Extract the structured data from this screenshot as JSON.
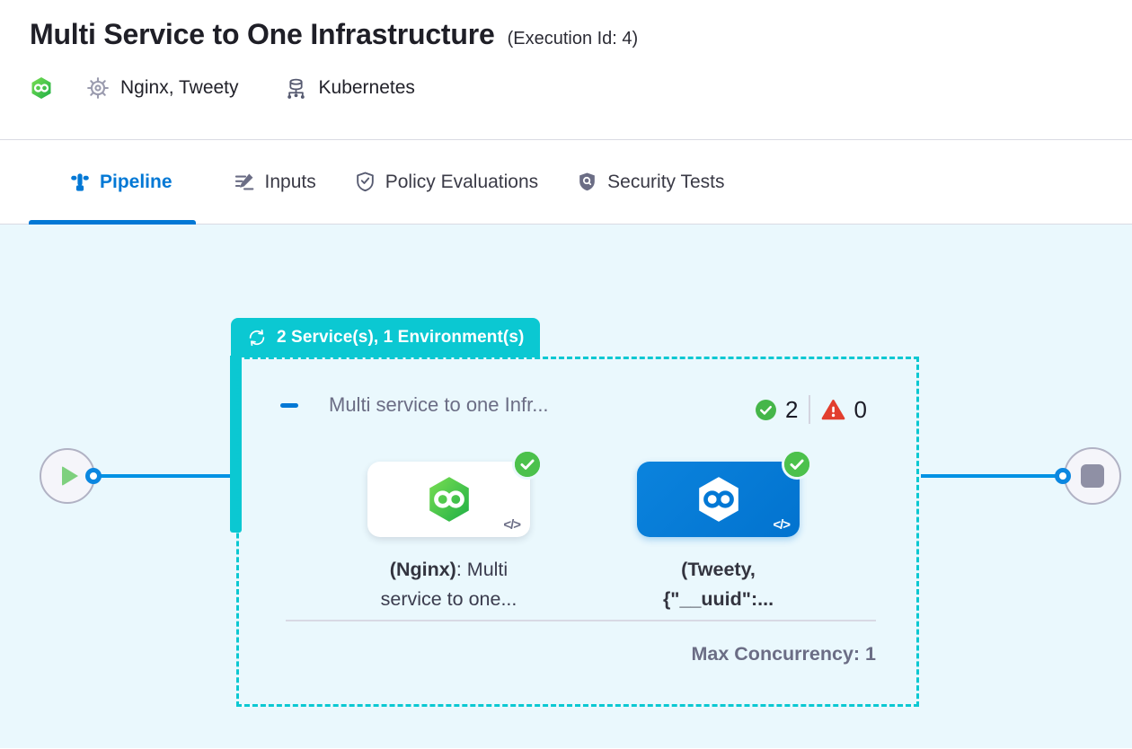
{
  "header": {
    "title": "Multi Service to One Infrastructure",
    "execution_id": "(Execution Id: 4)",
    "services": "Nginx, Tweety",
    "environment": "Kubernetes"
  },
  "tabs": [
    {
      "label": "Pipeline",
      "active": true
    },
    {
      "label": "Inputs",
      "active": false
    },
    {
      "label": "Policy Evaluations",
      "active": false
    },
    {
      "label": "Security Tests",
      "active": false
    }
  ],
  "pipeline": {
    "group_badge_label": "2 Service(s), 1 Environment(s)",
    "code_glyph": "</>",
    "stage": {
      "title": "Multi service to one Infr...",
      "success_count": "2",
      "failed_count": "0",
      "services": [
        {
          "line1_bold": "(Nginx)",
          "line1_regular": ": Multi",
          "line2_bold": "",
          "line2_regular": "service to one..."
        },
        {
          "line1_bold": "(Tweety,",
          "line1_regular": "",
          "line2_bold": "{\"__uuid\":...",
          "line2_regular": ""
        }
      ],
      "max_concurrency_label": "Max Concurrency: 1"
    }
  },
  "colors": {
    "accent_blue": "#0278d5",
    "loop_teal": "#0bc8d2",
    "success_green": "#4cc14c",
    "error_red": "#e23e2e",
    "canvas_bg": "#eaf8fd"
  }
}
